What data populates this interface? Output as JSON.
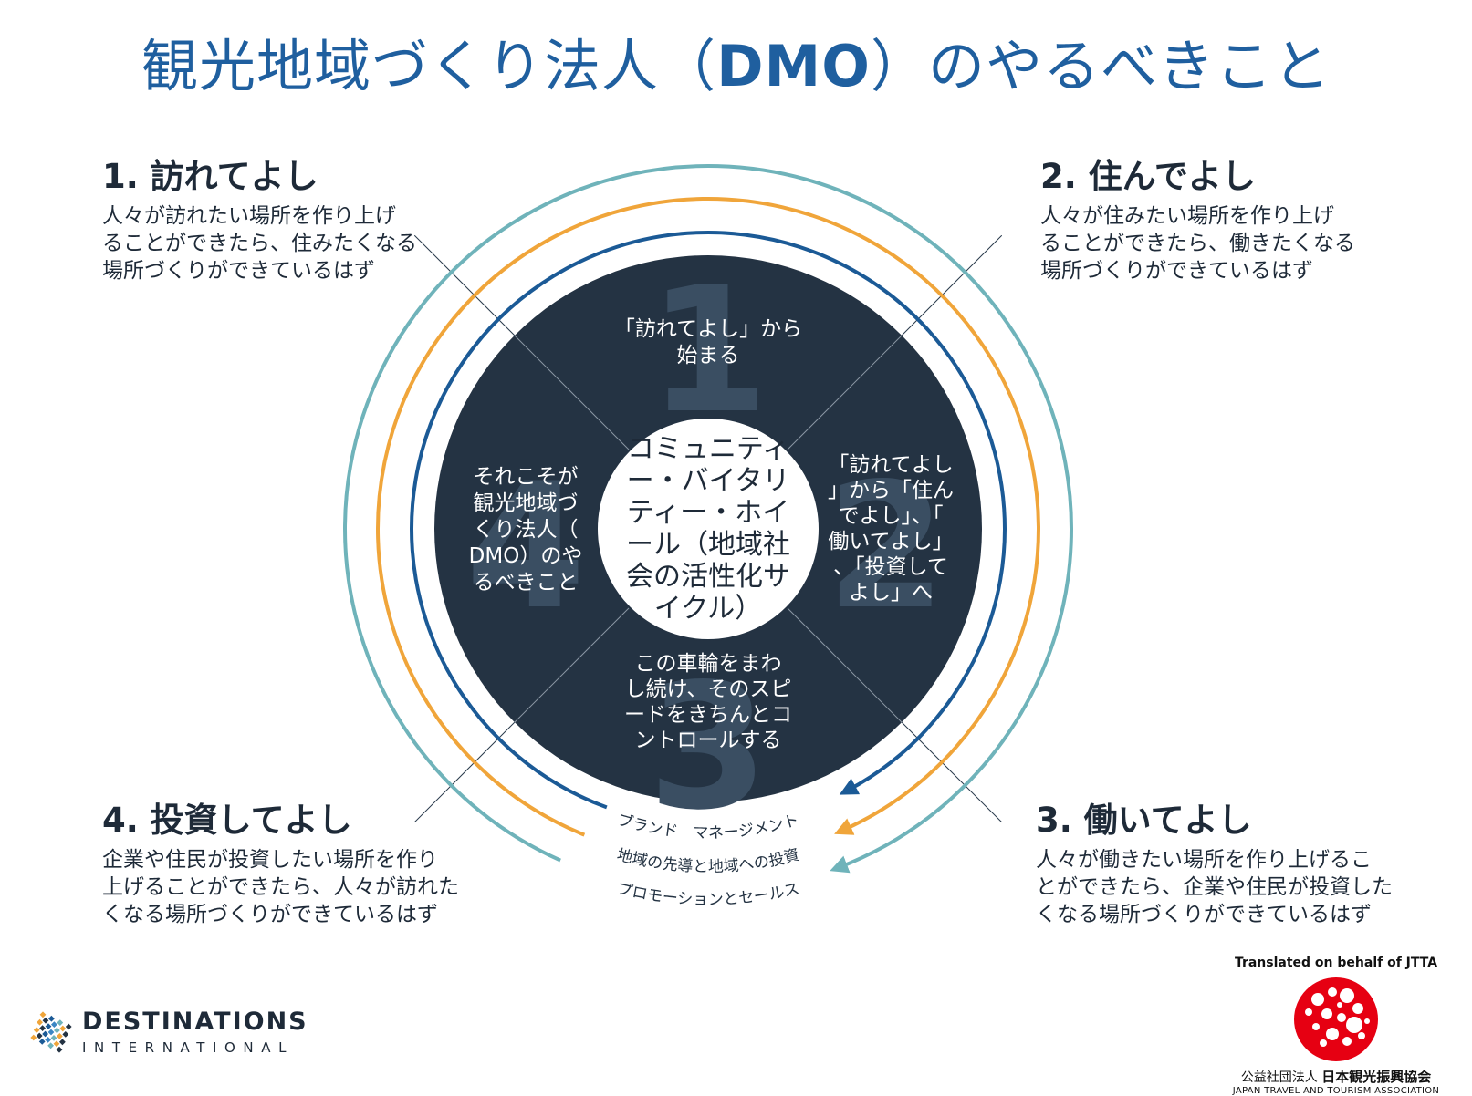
{
  "title": {
    "pre": "観光地域づくり法人（",
    "bold": "DMO",
    "post": "）のやるべきこと"
  },
  "quadrants": [
    {
      "id": "q1",
      "heading": "1.  訪れてよし",
      "desc": [
        "人々が訪れたい場所を作り上げ",
        "ることができたら、住みたくなる",
        "場所づくりができているはず"
      ]
    },
    {
      "id": "q2",
      "heading": "2. 住んでよし",
      "desc": [
        "人々が住みたい場所を作り上げ",
        "ることができたら、働きたくなる",
        "場所づくりができているはず"
      ]
    },
    {
      "id": "q3",
      "heading": "3. 働いてよし",
      "desc": [
        "人々が働きたい場所を作り上げるこ",
        "とができたら、企業や住民が投資した",
        "くなる場所づくりができているはず"
      ]
    },
    {
      "id": "q4",
      "heading": "4. 投資してよし",
      "desc": [
        "企業や住民が投資したい場所を作り",
        "上げることができたら、人々が訪れた",
        "くなる場所づくりができているはず"
      ]
    }
  ],
  "wheel": {
    "center": [
      "コミュニティ",
      "ー・バイタリ",
      "ティー・ホイ",
      "ール（地域社",
      "会の活性化サ",
      "イクル）"
    ],
    "segments": [
      {
        "number": "1",
        "lines": [
          "「訪れてよし」から",
          "始まる"
        ]
      },
      {
        "number": "2",
        "lines": [
          "「訪れてよし",
          "」から「住ん",
          "でよし」、「",
          "働いてよし」",
          "、「投資して",
          "よし」へ"
        ]
      },
      {
        "number": "3",
        "lines": [
          "この車輪をまわ",
          "し続け、そのスピ",
          "ードをきちんとコ",
          "ントロールする"
        ]
      },
      {
        "number": "4",
        "lines": [
          "それこそが",
          "観光地域づ",
          "くり法人（",
          "DMO）のや",
          "るべきこと"
        ]
      }
    ],
    "rings": [
      {
        "label": "ブランド　マネージメント",
        "color": "#1b5a96"
      },
      {
        "label": "地域の先導と地域への投資",
        "color": "#f0a53a"
      },
      {
        "label": "プロモーションとセールス",
        "color": "#6fb3ba"
      }
    ],
    "disc_color": "#243343"
  },
  "logos": {
    "di": {
      "line1": "DESTINATIONS",
      "line2": "INTERNATIONAL"
    },
    "jtta": {
      "translated": "Translated on behalf of JTTA",
      "jp_prefix": "公益社団法人",
      "jp_name": "日本観光振興協会",
      "en": "JAPAN TRAVEL AND TOURISM ASSOCIATION"
    }
  }
}
